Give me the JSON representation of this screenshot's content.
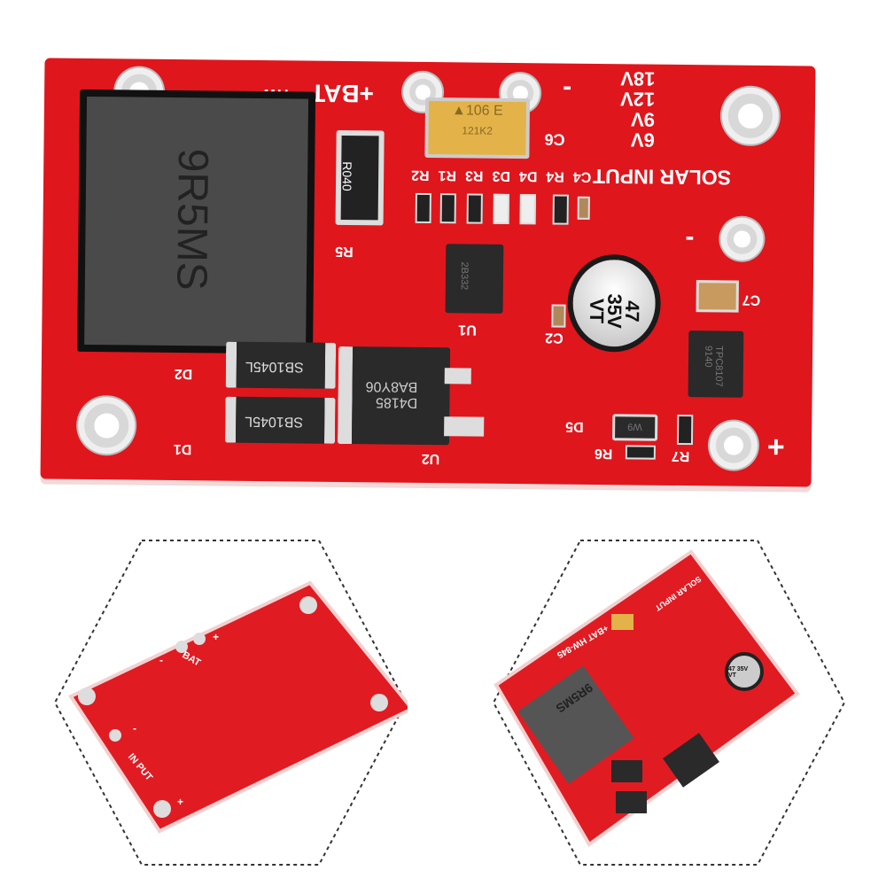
{
  "board_top": {
    "inductor": "9R5MS",
    "shunt": "R040",
    "shunt_ref": "R5",
    "tantalum": {
      "line1": "▲106 E",
      "line2": "121K2",
      "ref": "C6"
    },
    "bat_label": "+BAT",
    "model_partial": "HW-",
    "minus": "-",
    "plus": "+",
    "voltages": [
      "18V",
      "12V",
      "9V",
      "6V"
    ],
    "solar_input": "SOLAR INPUT",
    "small_refs": [
      "R2",
      "R1",
      "R3",
      "D3",
      "D4",
      "R4",
      "C4"
    ],
    "u1_ref": "U1",
    "u1_text": "2B332",
    "cap": {
      "line1": "47",
      "line2": "35V",
      "line3": "VT"
    },
    "c7": "C7",
    "c2": "C2",
    "mosfet": {
      "line1": "TPC8107",
      "line2": "9140"
    },
    "d5": "D5",
    "w9": "W9",
    "r6": "R6",
    "r7": "R7",
    "d1": "D1",
    "d2": "D2",
    "diode": "SB1045L",
    "u2": {
      "line1": "D4185",
      "line2": "BA8Y06",
      "ref": "U2"
    }
  },
  "back_view": {
    "bat": "BAT",
    "input": "IN PUT",
    "plus": "+",
    "minus": "-"
  },
  "angle_view": {
    "inductor": "9R5MS",
    "bat": "+BAT HW-845",
    "solar": "SOLAR INPUT",
    "cap": "47 35V VT"
  },
  "colors": {
    "pcb": "#e0161d",
    "silk": "#ffffff",
    "pad": "#e8e8e8",
    "component": "#2a2a2a"
  }
}
